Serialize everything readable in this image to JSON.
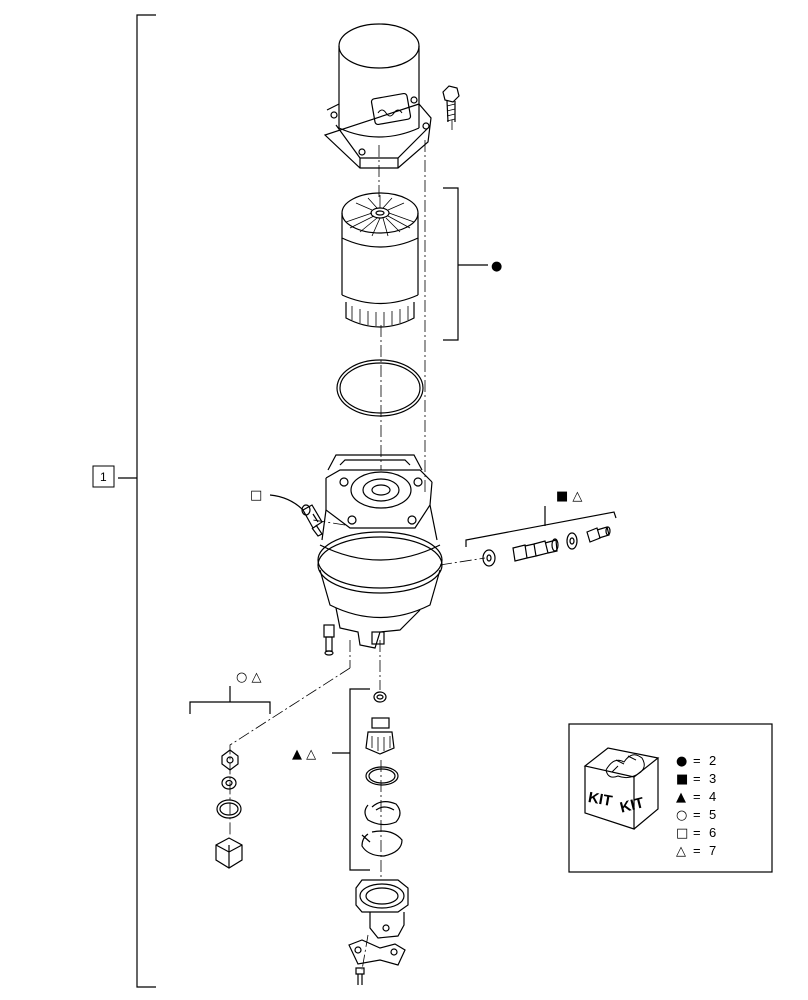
{
  "assembly": {
    "callout": "1"
  },
  "kit_groups": {
    "filter_element": "●",
    "pipe_fitting": "■ △",
    "sensor": "□",
    "left_fitting": "○ △",
    "center_fitting": "▲ △"
  },
  "kit_box": {
    "box_text_1": "KIT",
    "box_text_2": "KIT",
    "legend": [
      {
        "symbol": "●",
        "equals": "=",
        "number": "2"
      },
      {
        "symbol": "■",
        "equals": "=",
        "number": "3"
      },
      {
        "symbol": "▲",
        "equals": "=",
        "number": "4"
      },
      {
        "symbol": "○",
        "equals": "=",
        "number": "5"
      },
      {
        "symbol": "□",
        "equals": "=",
        "number": "6"
      },
      {
        "symbol": "△",
        "equals": "=",
        "number": "7"
      }
    ]
  }
}
